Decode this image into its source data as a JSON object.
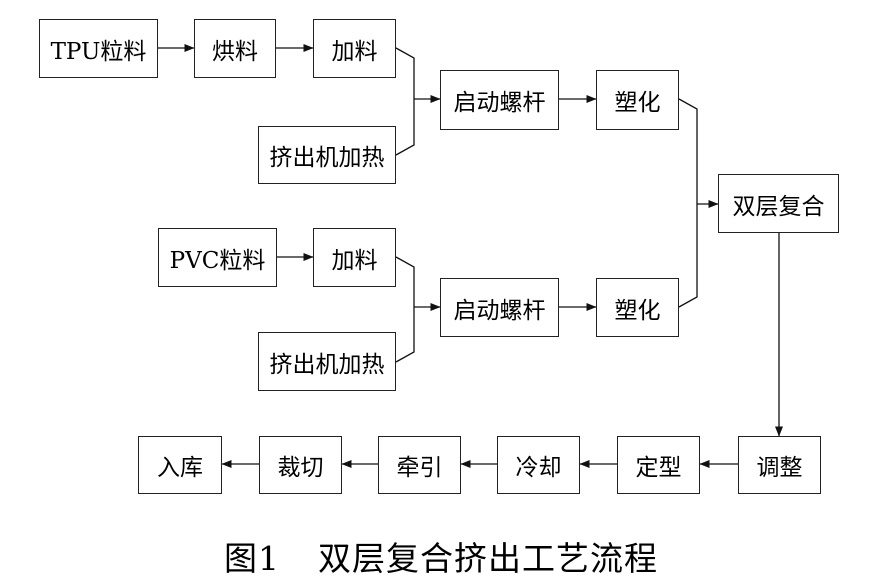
{
  "nodes": {
    "tpu_pellets": "TPU粒料",
    "drying": "烘料",
    "feeding_a": "加料",
    "extruder_heating_a": "挤出机加热",
    "start_screw_a": "启动螺杆",
    "plasticizing_a": "塑化",
    "pvc_pellets": "PVC粒料",
    "feeding_b": "加料",
    "extruder_heating_b": "挤出机加热",
    "start_screw_b": "启动螺杆",
    "plasticizing_b": "塑化",
    "double_layer_composite": "双层复合",
    "adjustment": "调整",
    "shaping": "定型",
    "cooling": "冷却",
    "traction": "牵引",
    "cutting": "裁切",
    "warehousing": "入库"
  },
  "caption": {
    "figure_label": "图1",
    "title": "双层复合挤出工艺流程"
  }
}
